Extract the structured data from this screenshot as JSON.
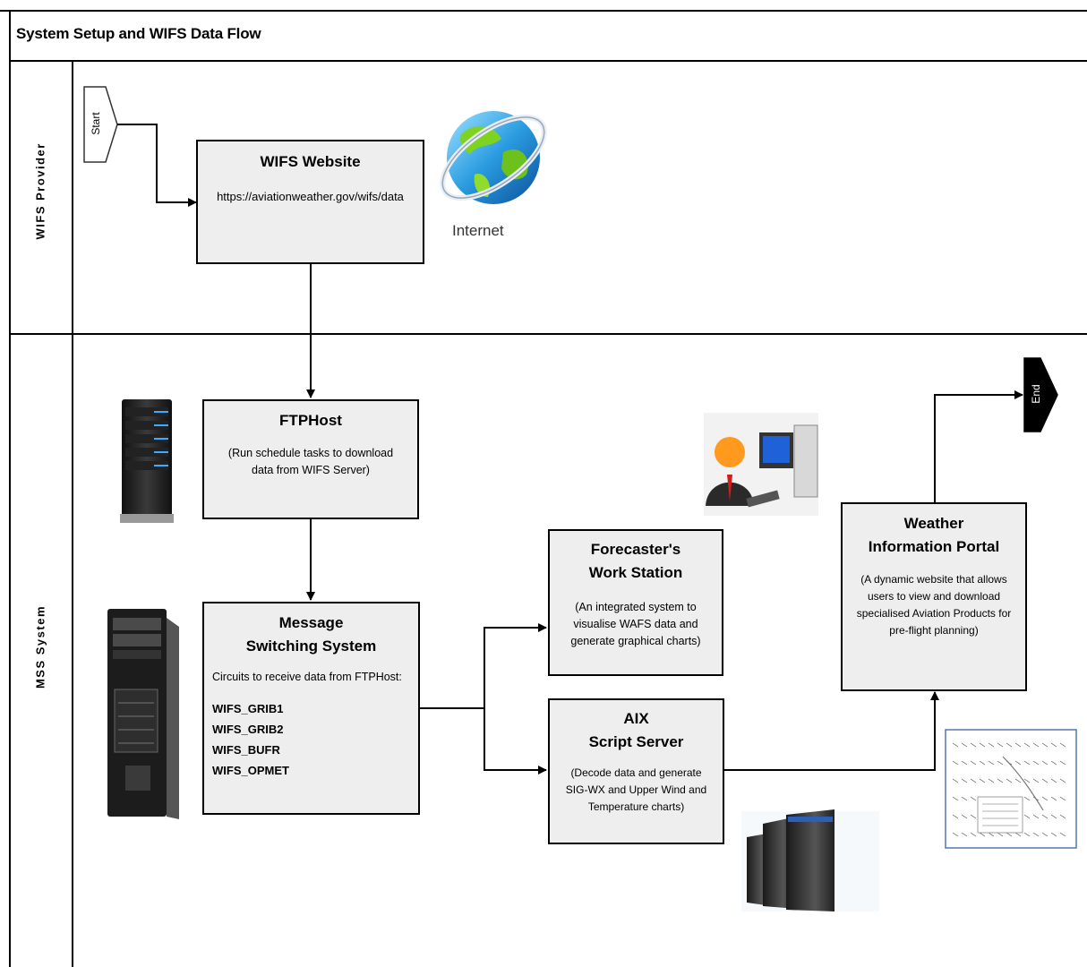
{
  "header": {
    "title": "System Setup and WIFS Data Flow"
  },
  "lanes": [
    {
      "label": "WIFS Provider"
    },
    {
      "label": "MSS System"
    }
  ],
  "terminators": {
    "start": "Start",
    "end": "End"
  },
  "nodes": {
    "wifs_website": {
      "title": "WIFS Website",
      "url": "https://aviationweather.gov/wifs/data"
    },
    "internet": {
      "label": "Internet"
    },
    "ftphost": {
      "title": "FTPHost",
      "desc_line1": "(Run schedule tasks to download",
      "desc_line2": "data from WIFS Server)"
    },
    "mss": {
      "title_line1": "Message",
      "title_line2": "Switching System",
      "intro": "Circuits to receive data from FTPHost:",
      "circuits": [
        "WIFS_GRIB1",
        "WIFS_GRIB2",
        "WIFS_BUFR",
        "WIFS_OPMET"
      ]
    },
    "forecaster": {
      "title_line1": "Forecaster's",
      "title_line2": "Work Station",
      "desc": [
        "(An integrated system to",
        "visualise WAFS data and",
        "generate graphical charts)"
      ]
    },
    "aix": {
      "title_line1": "AIX",
      "title_line2": "Script Server",
      "desc": [
        "(Decode data and generate",
        "SIG-WX and Upper Wind and",
        "Temperature charts)"
      ]
    },
    "portal": {
      "title_line1": "Weather",
      "title_line2": "Information Portal",
      "desc": [
        "(A  dynamic website that allows",
        "users to view and download",
        "specialised Aviation Products  for",
        "pre-flight planning)"
      ]
    }
  },
  "icons": [
    "globe-icon",
    "server-tower-icon",
    "workstation-tower-icon",
    "user-computer-icon",
    "server-rack-icon",
    "weather-chart-icon"
  ]
}
